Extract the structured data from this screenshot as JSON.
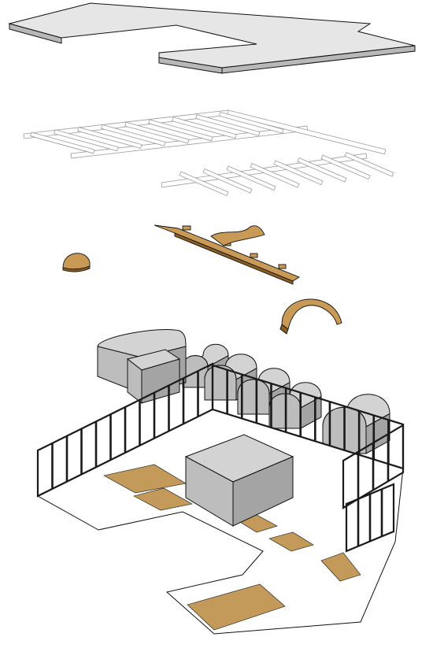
{
  "diagram": {
    "kind": "exploded-axonometric",
    "layers": [
      {
        "id": "roof-slab",
        "material": "grey-plane"
      },
      {
        "id": "roof-framing",
        "material": "white-line"
      },
      {
        "id": "timber-elements",
        "material": "wood"
      },
      {
        "id": "vaulted-volumes",
        "material": "concrete"
      },
      {
        "id": "stud-walls-and-floor",
        "material": "mixed"
      }
    ],
    "colors": {
      "background": "#ffffff",
      "outline": "#111111",
      "slab_top": "#e6e6e6",
      "slab_side": "#b8b8b8",
      "frame_line": "#9a9a9a",
      "wood": "#c89a55",
      "wood_dark": "#8a5e22",
      "concrete_top": "#d3d3d3",
      "concrete_left": "#bdbdbd",
      "concrete_right": "#a4a4a4",
      "stud": "#1a1a1a",
      "floor": "#ffffff",
      "floor_patch": "#c49a5a"
    }
  }
}
